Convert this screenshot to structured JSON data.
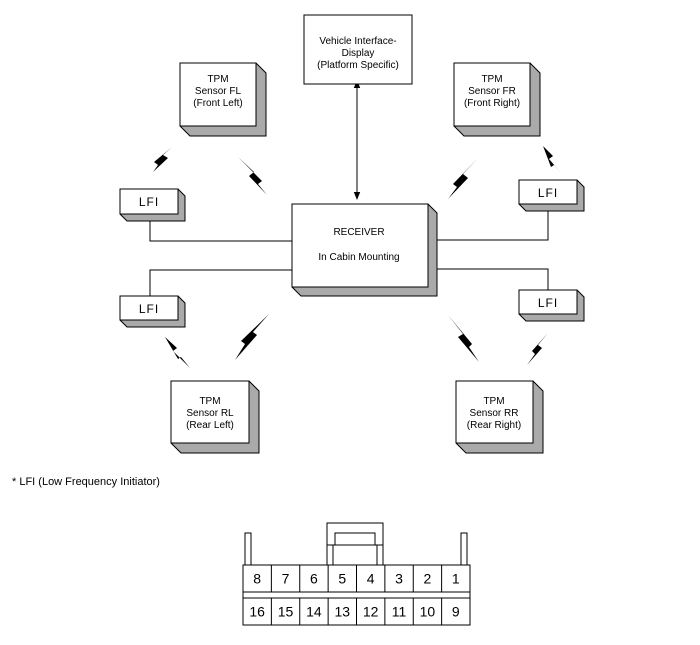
{
  "interface_display": {
    "lines": [
      "Vehicle Interface-",
      "Display",
      "(Platform Specific)"
    ]
  },
  "sensor_fl": {
    "lines": [
      "TPM",
      "Sensor FL",
      "(Front Left)"
    ]
  },
  "sensor_fr": {
    "lines": [
      "TPM",
      "Sensor FR",
      "(Front Right)"
    ]
  },
  "sensor_rl": {
    "lines": [
      "TPM",
      "Sensor RL",
      "(Rear Left)"
    ]
  },
  "sensor_rr": {
    "lines": [
      "TPM",
      "Sensor RR",
      "(Rear Right)"
    ]
  },
  "receiver": {
    "title": "RECEIVER",
    "subtitle": "In Cabin Mounting"
  },
  "lfi_label": "LFI",
  "footnote": "* LFI (Low Frequency Initiator)",
  "connector": {
    "top_row": [
      "8",
      "7",
      "6",
      "5",
      "4",
      "3",
      "2",
      "1"
    ],
    "bottom_row": [
      "16",
      "15",
      "14",
      "13",
      "12",
      "11",
      "10",
      "9"
    ]
  }
}
